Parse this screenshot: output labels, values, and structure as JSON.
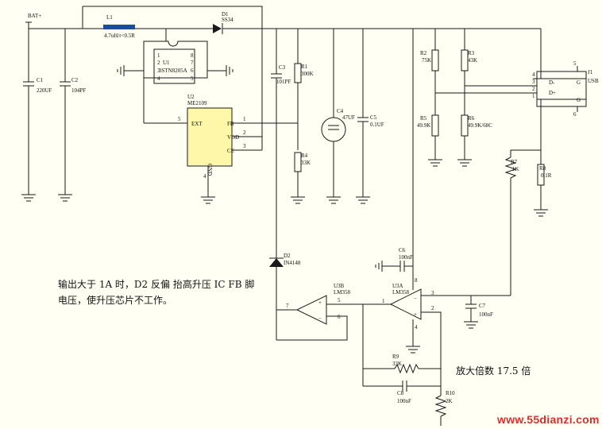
{
  "labels": {
    "bat": "BAT+",
    "c1": "C1",
    "c1v": "220UF",
    "c2": "C2",
    "c2v": "104PF",
    "l1": "L1",
    "l1v": "4.7uH/r<0.5R",
    "d1": "D1",
    "d1v": "SS34",
    "u1": "U1",
    "u1v": "3STN8205A",
    "u1p1": "1",
    "u1p2": "2",
    "u1p3": "3",
    "u1p4": "4",
    "u1p8": "8",
    "u1p7": "7",
    "u1p6": "6",
    "u1p5": "5",
    "u2": "U2",
    "u2v": "ME2109",
    "ext": "EXT",
    "fb": "FB",
    "vdd": "VDD",
    "ce": "CE",
    "gnd": "GND",
    "u2p5": "5",
    "u2p1": "1",
    "u2p2": "2",
    "u2p3": "3",
    "u2p4": "4",
    "c3": "C3",
    "c3v": "101PF",
    "r1": "R1",
    "r1v": "300K",
    "r4": "R4",
    "r4v": "33K",
    "c4": "C4",
    "c4v": "47UF",
    "c5": "C5",
    "c5v": "0.1UF",
    "r2": "R2",
    "r2v": "75K",
    "r3": "R3",
    "r3v": "43K",
    "r5": "R5",
    "r5v": "49.9K",
    "r6": "R6",
    "r6v": "49.9K/68C",
    "j1": "J1",
    "j1v": "USB",
    "j5": "5",
    "j6": "6",
    "jp4": "4",
    "jp3": "3",
    "jp2": "2",
    "jp1": "1",
    "jg1": "G",
    "jg2": "G",
    "dminus": "D-",
    "dplus": "D+",
    "r7": "R7",
    "r7v": "1K",
    "r8": "R8",
    "r8v": "0.1R",
    "d2": "D2",
    "d2v": "IN4148",
    "c6": "C6",
    "c6v": "100nF",
    "u3b": "U3B",
    "u3bv": "LM358",
    "u3a": "U3A",
    "u3av": "LM358",
    "u3bp5": "5",
    "u3bp6": "6",
    "u3bp7": "7",
    "u3ap1": "1",
    "u3ap2": "2",
    "u3ap3": "3",
    "u3ap4": "4",
    "u3ap8": "8",
    "c7": "C7",
    "c7v": "100nF",
    "r9": "R9",
    "r9v": "33K",
    "c8": "C8",
    "c8v": "100nF",
    "r10": "R10",
    "r10v": "2K"
  },
  "notes": {
    "line1": "输出大于 1A 时，D2 反偏  抬高升压 IC FB 脚",
    "line2": "电压，使升压芯片不工作。",
    "gain": "放大倍数 17.5 倍"
  },
  "watermark": "www.55dianzi.com"
}
